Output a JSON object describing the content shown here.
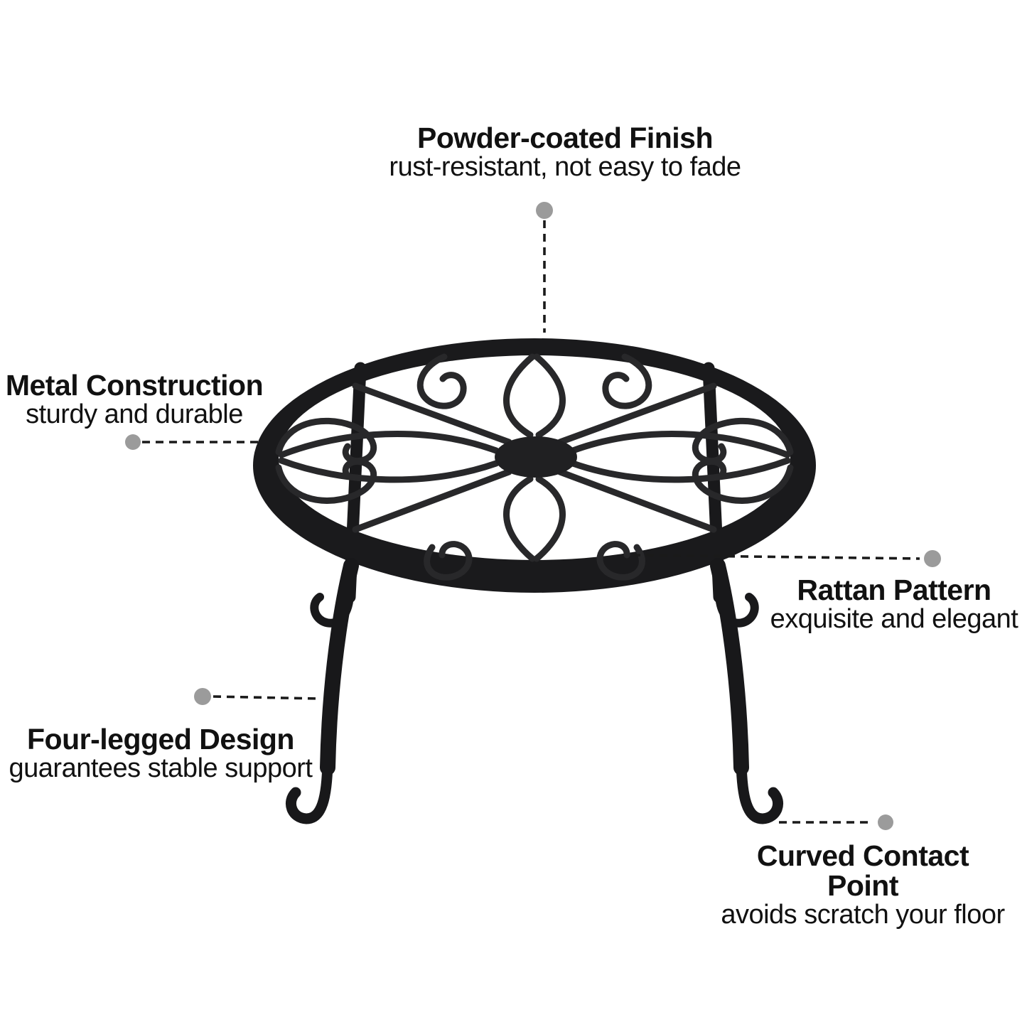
{
  "page": {
    "type": "product-feature-diagram",
    "subject": "black metal plant stand with rattan scroll pattern and four legs"
  },
  "colors": {
    "background": "#ffffff",
    "text": "#111111",
    "leader_line": "#1a1a1a",
    "dot": "#9b9b9b",
    "metal_dark": "#19191b",
    "metal_mid": "#2a2a2c"
  },
  "callouts": [
    {
      "id": "powder-coated-finish",
      "title": "Powder-coated Finish",
      "subtitle": "rust-resistant, not easy to fade"
    },
    {
      "id": "metal-construction",
      "title": "Metal Construction",
      "subtitle": "sturdy and durable"
    },
    {
      "id": "rattan-pattern",
      "title": "Rattan Pattern",
      "subtitle": "exquisite and elegant"
    },
    {
      "id": "four-legged-design",
      "title": "Four-legged Design",
      "subtitle": "guarantees stable support"
    },
    {
      "id": "curved-contact-point",
      "title": "Curved Contact Point",
      "subtitle": "avoids scratch your floor"
    }
  ]
}
